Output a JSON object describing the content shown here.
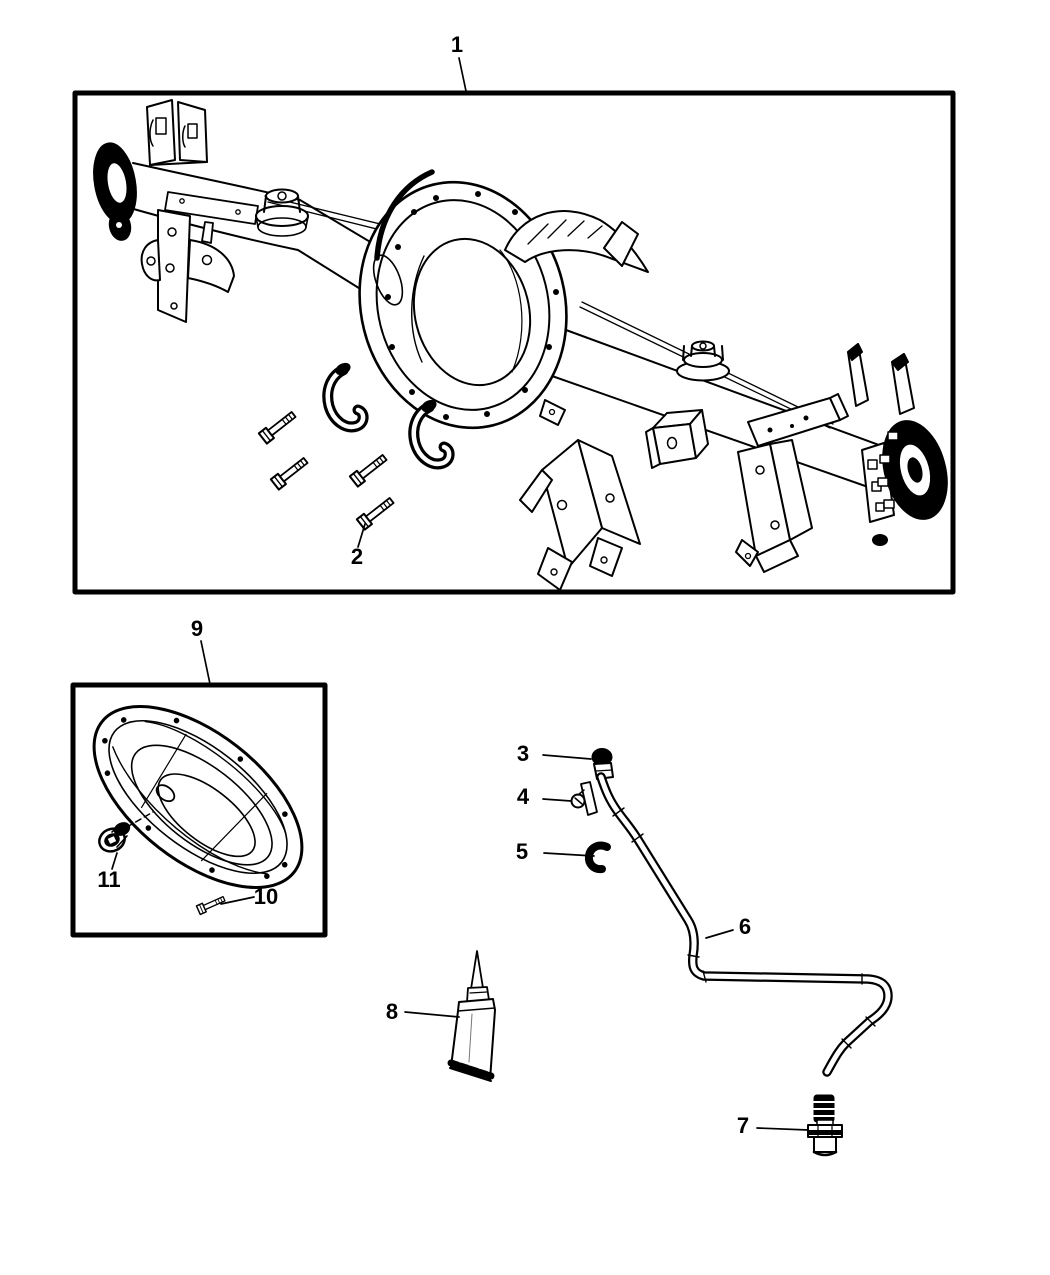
{
  "colors": {
    "ink": "#000000",
    "paper": "#ffffff"
  },
  "callouts": {
    "c1": "1",
    "c2": "2",
    "c3": "3",
    "c4": "4",
    "c5": "5",
    "c6": "6",
    "c7": "7",
    "c8": "8",
    "c9": "9",
    "c10": "10",
    "c11": "11"
  }
}
